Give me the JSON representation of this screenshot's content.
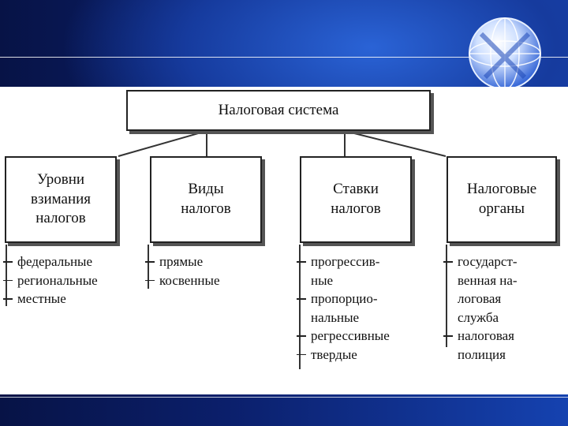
{
  "diagram": {
    "root": "Налоговая система",
    "categories": [
      {
        "title_lines": [
          "Уровни",
          "взимания",
          "налогов"
        ],
        "items": [
          "федеральные",
          "региональные",
          "местные"
        ]
      },
      {
        "title_lines": [
          "Виды",
          "налогов"
        ],
        "items": [
          "прямые",
          "косвенные"
        ]
      },
      {
        "title_lines": [
          "Ставки",
          "налогов"
        ],
        "items": [
          "прогрессив-",
          "ные",
          "пропорцио-",
          "нальные",
          "регрессивные",
          "твердые"
        ]
      },
      {
        "title_lines": [
          "Налоговые",
          "органы"
        ],
        "items": [
          "государст-",
          "венная на-",
          "логовая",
          "служба",
          "налоговая",
          "полиция"
        ]
      }
    ]
  },
  "colors": {
    "background": "#0a1a5c",
    "accent_blue": "#1542b0",
    "content_bg": "#ffffff",
    "line": "#222222"
  },
  "icons": {
    "globe": "globe-icon"
  }
}
